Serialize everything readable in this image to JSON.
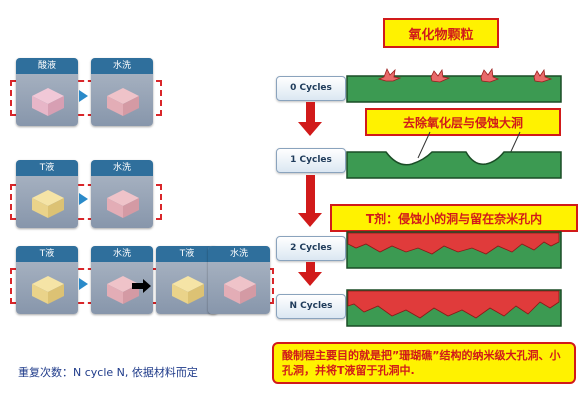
{
  "left": {
    "row1": {
      "a": "酸液",
      "b": "水洗"
    },
    "row2": {
      "a": "T液",
      "b": "水洗"
    },
    "row3": {
      "a": "T液",
      "b": "水洗",
      "c": "T液",
      "d": "水洗"
    }
  },
  "cycles": [
    "0 Cycles",
    "1 Cycles",
    "2 Cycles",
    "N Cycles"
  ],
  "callouts": {
    "oxide": "氧化物颗粒",
    "remove": "去除氧化层与侵蚀大洞",
    "tagent": "T剂：侵蚀小的洞与留在奈米孔内"
  },
  "note_box": "酸制程主要目的就是把”珊瑚礁”结构的纳米级大孔洞、小孔洞，并将T液留于孔洞中.",
  "repeat_note": "重复次数：N cycle N, 依据材料而定",
  "colors": {
    "green": "#3c9a52",
    "red_metal": "#e03b3b",
    "accent_red": "#d11a1a",
    "label_blue": "#2f6f9c"
  }
}
